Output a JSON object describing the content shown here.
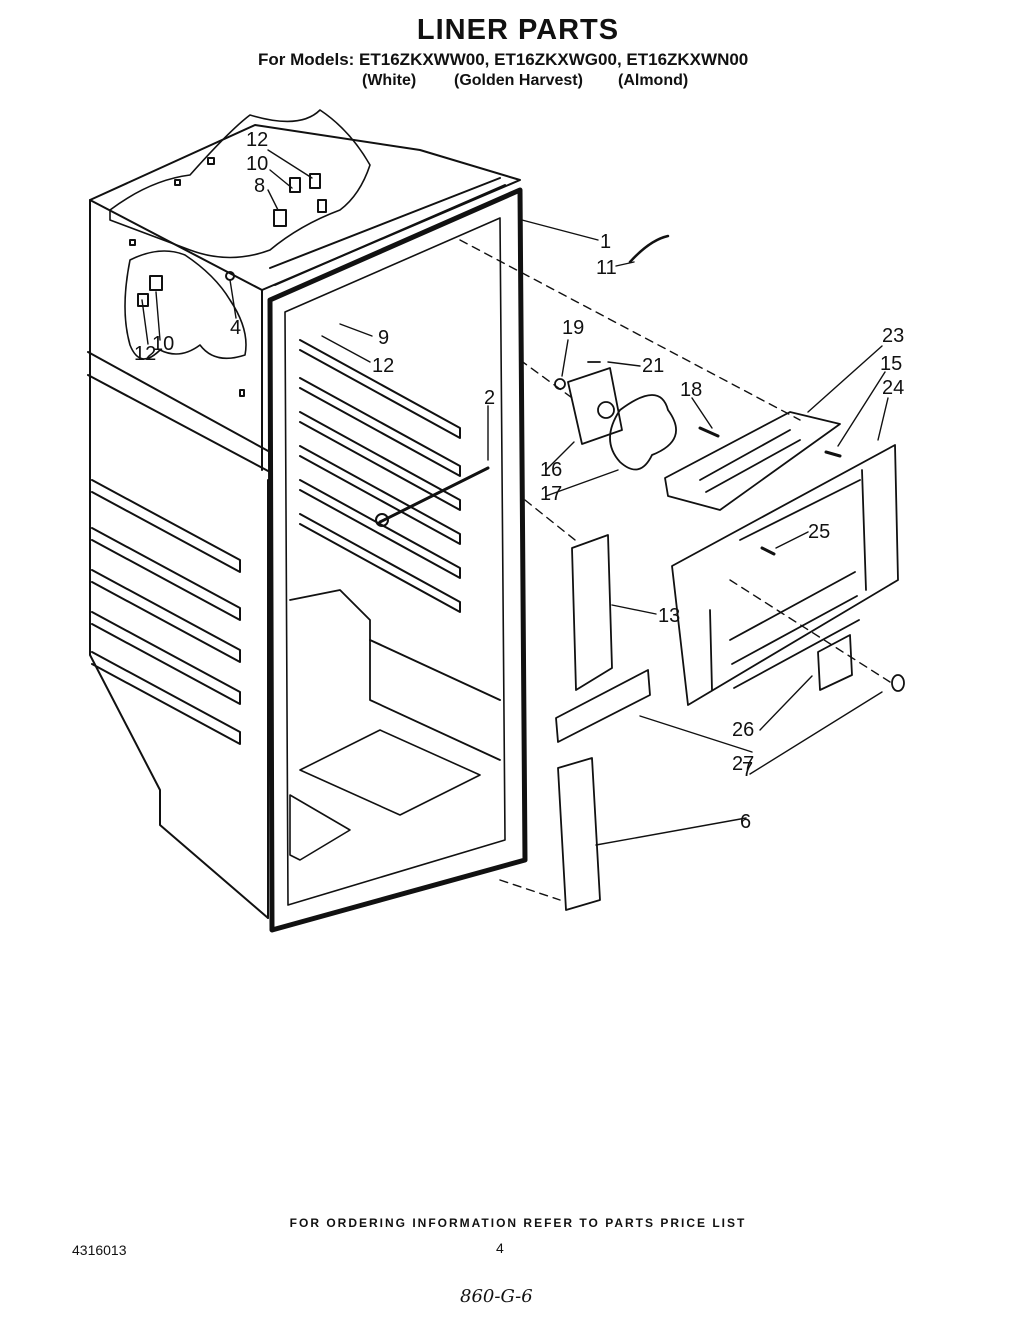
{
  "header": {
    "title": "LINER PARTS",
    "models_line": "For Models: ET16ZKXWW00, ET16ZKXWG00, ET16ZKXWN00",
    "colors": [
      "(White)",
      "(Golden Harvest)",
      "(Almond)"
    ]
  },
  "callouts": [
    "12",
    "10",
    "8",
    "4",
    "12",
    "10",
    "9",
    "12",
    "2",
    "1",
    "11",
    "19",
    "21",
    "18",
    "16",
    "17",
    "23",
    "15",
    "24",
    "25",
    "13",
    "26",
    "7",
    "27",
    "6"
  ],
  "footer": {
    "ordering_note": "FOR ORDERING INFORMATION REFER TO PARTS PRICE LIST",
    "doc_number": "4316013",
    "page_number": "4",
    "handwritten": "860-G-6"
  }
}
